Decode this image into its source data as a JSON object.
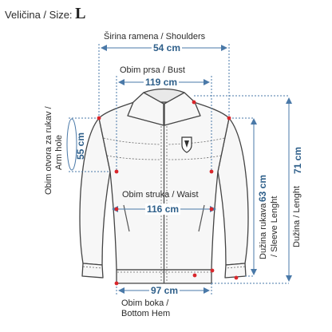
{
  "size": {
    "prefix": "Veličina / Size:",
    "value": "L"
  },
  "measurements": {
    "shoulders": {
      "label": "Širina ramena / Shoulders",
      "value": "54 cm"
    },
    "bust": {
      "label": "Obim prsa / Bust",
      "value": "119 cm"
    },
    "arm_hole": {
      "label_line1": "Obim otvora za rukav /",
      "label_line2": "Arm hole",
      "value": "55 cm"
    },
    "waist": {
      "label": "Obim struka / Waist",
      "value": "116 cm"
    },
    "sleeve": {
      "label_line1": "Dužina rukava",
      "value": "63 cm",
      "label_line2": "/ Sleeve Lenght"
    },
    "length": {
      "label": "Dužina / Lenght",
      "value": "71 cm"
    },
    "hem": {
      "value": "97 cm",
      "label_line1": "Obim boka /",
      "label_line2": "Bottom Hem"
    }
  },
  "colors": {
    "measure_line": "#4a79a8",
    "measure_text": "#2e5f8a",
    "marker": "#d9262b",
    "outline": "#444444",
    "fill": "#f7f7f7"
  }
}
